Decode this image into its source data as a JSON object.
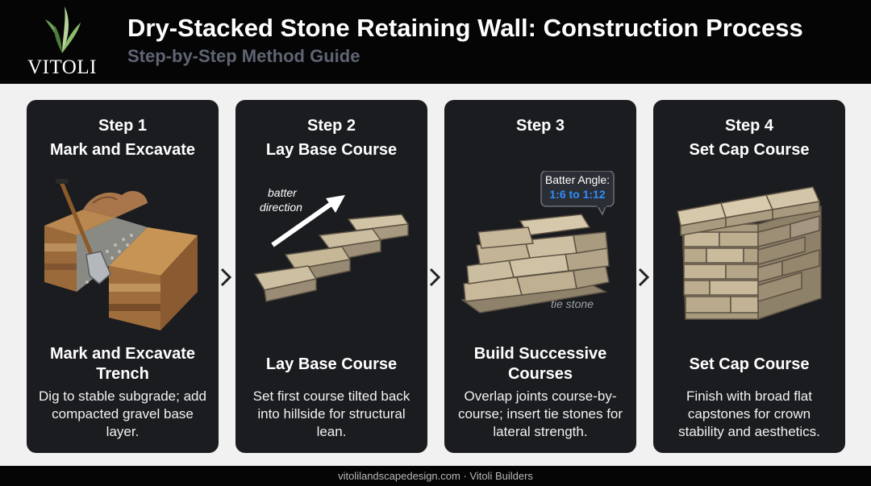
{
  "header": {
    "logo_text": "VITOLI",
    "title": "Dry-Stacked Stone Retaining Wall: Construction Process",
    "subtitle": "Step-by-Step Method Guide"
  },
  "steps": [
    {
      "step": "Step 1",
      "heading": "Mark and Excavate",
      "title": "Mark and Excavate Trench",
      "description": "Dig to stable subgrade; add compacted gravel base layer."
    },
    {
      "step": "Step 2",
      "heading": "Lay Base Course",
      "title": "Lay Base Course",
      "description": "Set first course tilted back into hillside for structural lean.",
      "annotation_line1": "batter",
      "annotation_line2": "direction"
    },
    {
      "step": "Step 3",
      "heading": "",
      "title": "Build Successive Courses",
      "description": "Overlap joints course-by-course; insert tie stones for lateral strength.",
      "callout_label": "Batter Angle:",
      "callout_value": "1:6 to 1:12",
      "tie_stone_label": "tie stone"
    },
    {
      "step": "Step 4",
      "heading": "Set Cap Course",
      "title": "Set Cap Course",
      "description": "Finish with broad flat capstones for crown stability and aesthetics."
    }
  ],
  "footer": {
    "text": "vitolilandscapedesign.com · Vitoli Builders"
  },
  "colors": {
    "header_bg": "#050505",
    "card_bg": "#1b1c20",
    "accent_blue": "#2f8cff",
    "page_bg": "#f1f1f1"
  }
}
